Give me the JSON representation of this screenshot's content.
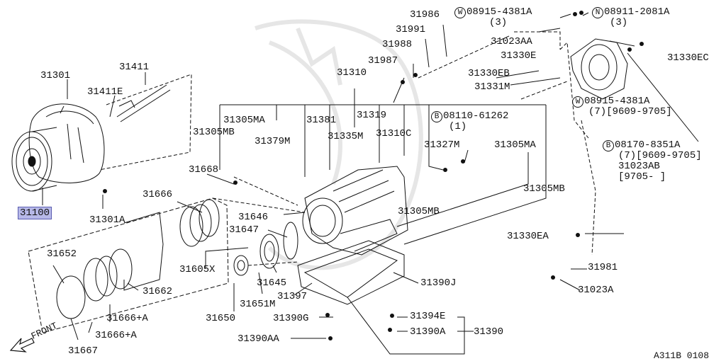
{
  "diagram_id": "A311B 0108",
  "front_label": "FRONT",
  "highlighted_part": "31100",
  "parts": {
    "p31301": "31301",
    "p31411": "31411",
    "p31411E": "31411E",
    "p31100": "31100",
    "p31301A": "31301A",
    "p31668": "31668",
    "p31666": "31666",
    "p31652": "31652",
    "p31662": "31662",
    "p31666A1": "31666+A",
    "p31666A2": "31666+A",
    "p31667": "31667",
    "p31605X": "31605X",
    "p31650": "31650",
    "p31651M": "31651M",
    "p31645": "31645",
    "p31646": "31646",
    "p31647": "31647",
    "p31397": "31397",
    "p31390G": "31390G",
    "p31390AA": "31390AA",
    "p31305MB_a": "31305MB",
    "p31305MA_a": "31305MA",
    "p31379M": "31379M",
    "p31381": "31381",
    "p31335M": "31335M",
    "p31319": "31319",
    "p31310C": "31310C",
    "p31310": "31310",
    "p31987": "31987",
    "p31988": "31988",
    "p31991": "31991",
    "p31986": "31986",
    "p31305MB_b": "31305MB",
    "p31327M": "31327M",
    "p31305MA_b": "31305MA",
    "p31305MB_c": "31305MB",
    "p31330EA": "31330EA",
    "p31981": "31981",
    "p31023A": "31023A",
    "p31390J": "31390J",
    "p31394E": "31394E",
    "p31390A": "31390A",
    "p31390": "31390",
    "p31330EB": "31330EB",
    "p31331M": "31331M",
    "p31023AA": "31023AA",
    "p31330E": "31330E",
    "p31330EC": "31330EC",
    "p31023AB": "31023AB"
  },
  "callouts": {
    "w1_num": "08915-4381A",
    "w1_qty": "(3)",
    "n1_num": "08911-2081A",
    "n1_qty": "(3)",
    "b1_num": "08110-61262",
    "b1_qty": "(1)",
    "w2_num": "08915-4381A",
    "w2_qty": "(7)[9609-9705]",
    "b2_num": "08170-8351A",
    "b2_qty": "(7)[9609-9705]",
    "ab_date": "[9705-    ]"
  },
  "symbols": {
    "W": "W",
    "N": "N",
    "B": "B"
  }
}
